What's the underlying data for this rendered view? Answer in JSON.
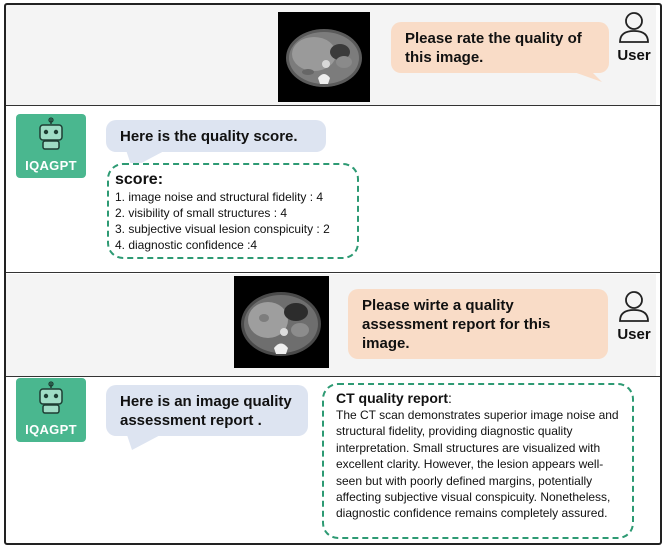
{
  "user_label": "User",
  "bot_label": "IQAGPT",
  "turn1": {
    "user_message": "Please rate the quality of this image.",
    "bot_message": "Here is the quality score.",
    "score": {
      "title": "score:",
      "items": [
        "1.  image noise and structural fidelity : 4",
        "2.  visibility of small structures : 4",
        "3.  subjective visual lesion conspicuity : 2",
        "4.  diagnostic confidence :4"
      ]
    }
  },
  "turn2": {
    "user_message": "Please wirte a quality assessment report for this image.",
    "bot_message": "Here is an image quality assessment report .",
    "report": {
      "title": "CT quality report",
      "title_suffix": ":",
      "body": "The CT scan demonstrates superior image noise and structural fidelity, providing diagnostic quality interpretation. Small structures are visualized with excellent clarity. However, the lesion appears well-seen but with poorly defined margins, potentially affecting subjective visual conspicuity. Nonetheless, diagnostic confidence remains completely assured."
    }
  },
  "colors": {
    "user_bubble": "#f9dcc7",
    "bot_bubble": "#dde4f1",
    "bot_avatar": "#4ab78f",
    "dash_border": "#2d9a73",
    "gray_band": "#f4f4f4"
  },
  "icons": [
    "user-icon",
    "robot-icon",
    "ct-scan-image"
  ]
}
